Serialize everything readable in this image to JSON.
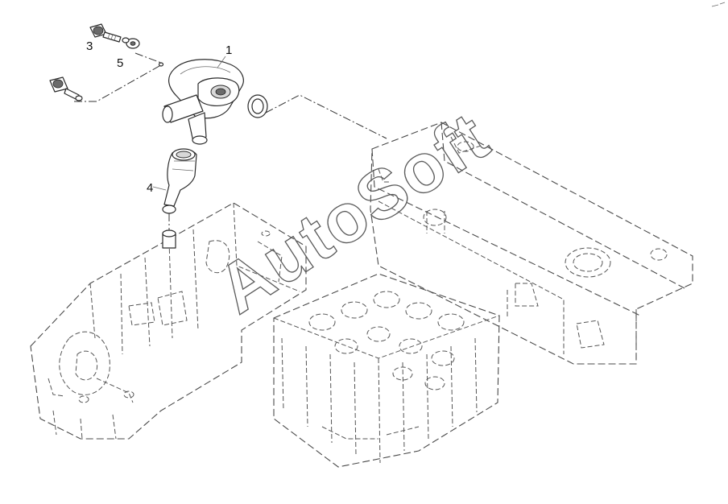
{
  "figure": {
    "callouts": [
      {
        "id": "1",
        "label": "1"
      },
      {
        "id": "3",
        "label": "3"
      },
      {
        "id": "4",
        "label": "4"
      },
      {
        "id": "5",
        "label": "5"
      }
    ],
    "watermark": "AutoSoft"
  }
}
